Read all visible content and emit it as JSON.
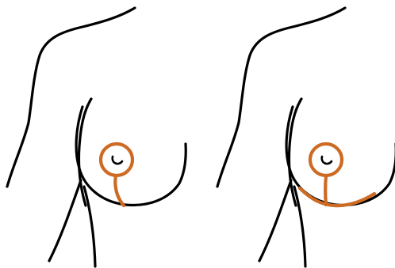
{
  "diagram": {
    "panels": [
      {
        "id": "left",
        "incision_pattern": "lollipop"
      },
      {
        "id": "right",
        "incision_pattern": "anchor"
      }
    ],
    "colors": {
      "outline": "#000000",
      "incision": "#cd6a23",
      "background": "#ffffff"
    }
  }
}
